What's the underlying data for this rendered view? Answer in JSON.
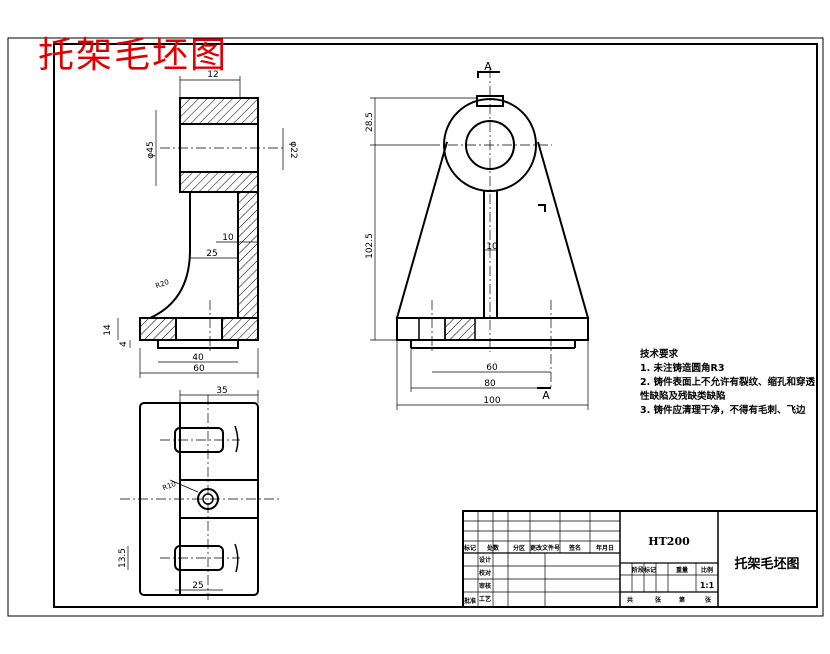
{
  "title": "托架毛坯图",
  "dimensions": {
    "d_top_12": "12",
    "d_phi45": "φ45",
    "d_phi22": "φ22",
    "d_10_left": "10",
    "d_25_left": "25",
    "d_r20": "R20",
    "d_14": "14",
    "d_4": "4",
    "d_40": "40",
    "d_60_left": "60",
    "d_28_5": "28.5",
    "d_102_5": "102.5",
    "d_10_front": "10",
    "d_60_front": "60",
    "d_80": "80",
    "d_100": "100",
    "d_35": "35",
    "d_r10": "R10",
    "d_13_5": "13.5",
    "d_25_bottom": "25",
    "section_a_top": "A",
    "section_a_bottom": "A"
  },
  "notes": {
    "heading": "技术要求",
    "items": [
      "1. 未注铸造圆角R3",
      "2. 铸件表面上不允许有裂纹、缩孔和穿透",
      "性缺陷及残缺类缺陷",
      "3. 铸件应清理干净，不得有毛刺、飞边"
    ]
  },
  "title_block": {
    "material": "HT200",
    "part_name": "托架毛坯图",
    "scale": "1:1",
    "header_cells": [
      "标记",
      "处数",
      "分区",
      "更改文件号",
      "签名",
      "年月日"
    ],
    "stage_cells": [
      "阶段标记",
      "重量",
      "比例"
    ],
    "sheets_row": [
      "共",
      "张",
      "第",
      "张"
    ],
    "left_labels": [
      "设计",
      "校对",
      "审核",
      "工艺"
    ],
    "bottom_label": "批准"
  }
}
